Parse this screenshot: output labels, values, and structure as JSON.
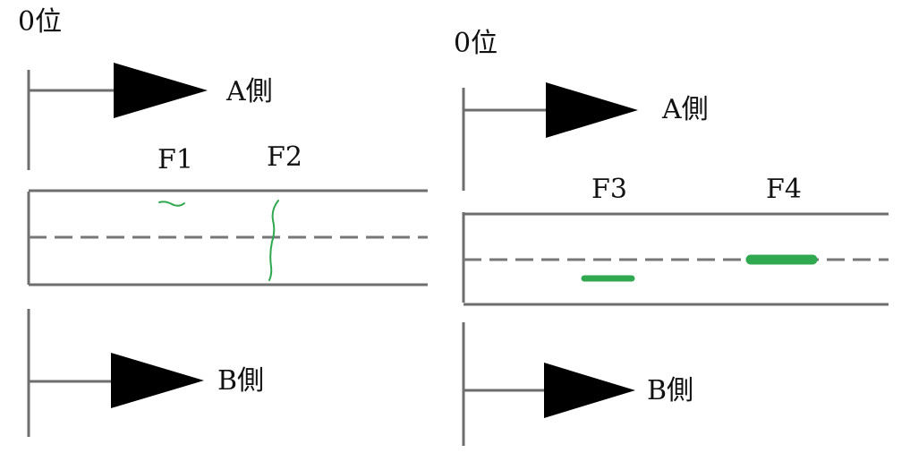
{
  "left_panel": {
    "zero_label": "0位",
    "side_a_label": "A側",
    "side_b_label": "B側",
    "defects": [
      {
        "label": "F1",
        "mark": "short-wavy-stroke"
      },
      {
        "label": "F2",
        "mark": "vertical-wavy-line"
      }
    ]
  },
  "right_panel": {
    "zero_label": "0位",
    "side_a_label": "A側",
    "side_b_label": "B側",
    "defects": [
      {
        "label": "F3",
        "mark": "short-bar"
      },
      {
        "label": "F4",
        "mark": "bar-on-centerline"
      }
    ]
  },
  "colors": {
    "line": "#6e6e6e",
    "dash": "#777777",
    "arrow": "#000000",
    "defect": "#2fa84f"
  }
}
